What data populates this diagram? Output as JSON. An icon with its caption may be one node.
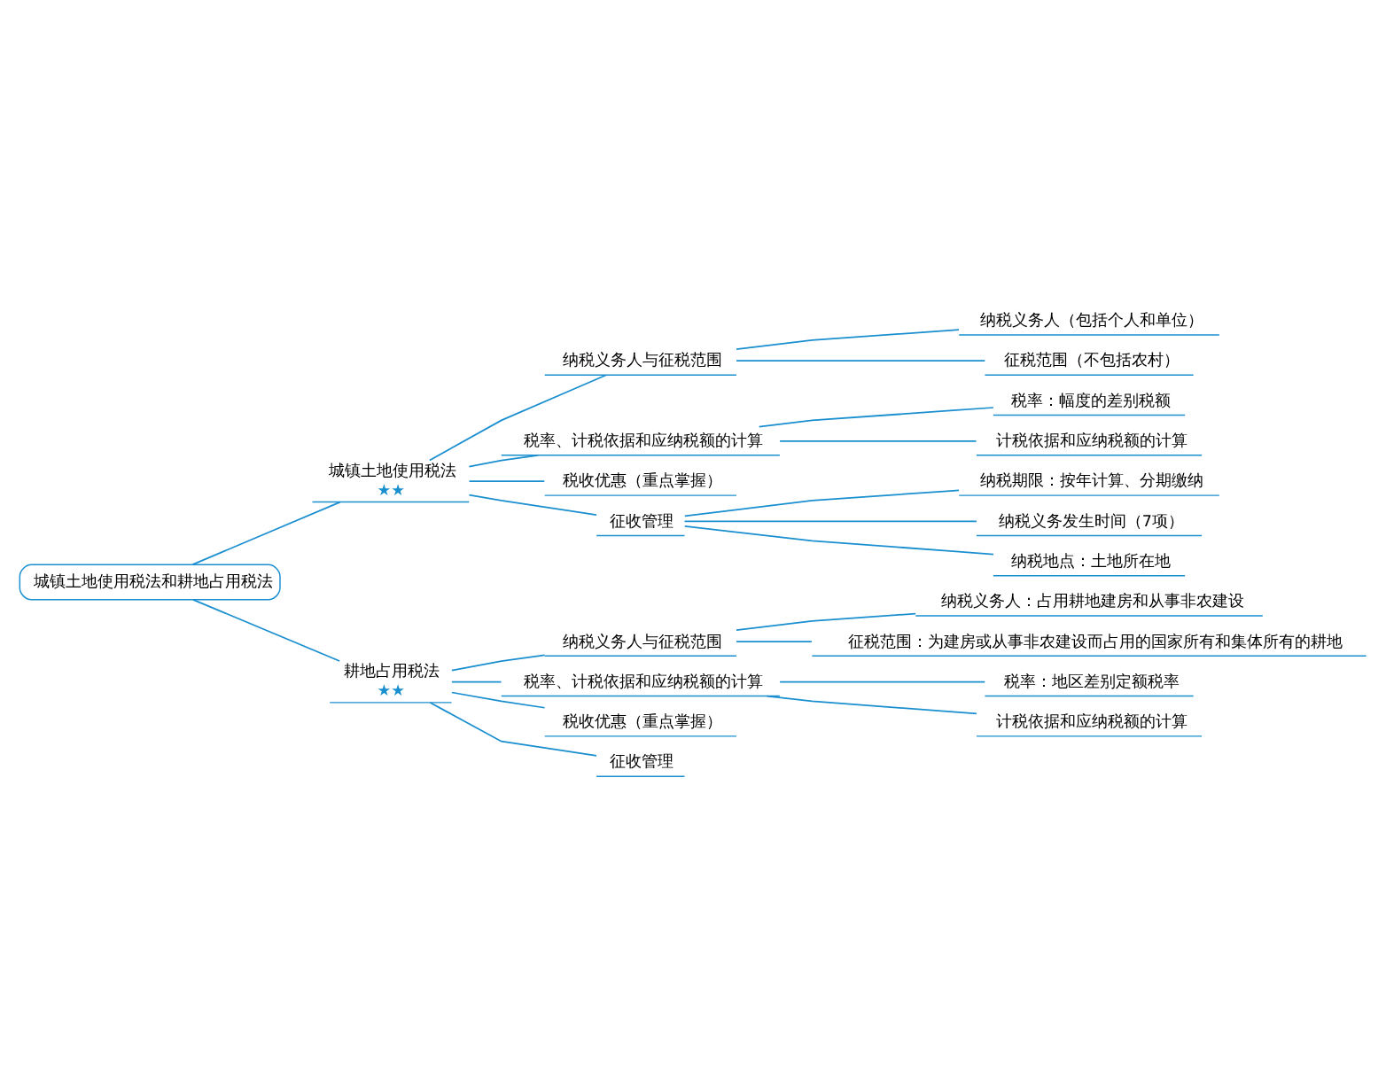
{
  "diagram": {
    "nodes": [
      {
        "text": [
          "城镇土地使用税法和耕地占用税法"
        ]
      },
      {
        "text": [
          "城镇土地使用税法",
          "★★"
        ]
      },
      {
        "text": [
          "纳税义务人与征税范围"
        ]
      },
      {
        "text": [
          "纳税义务人（包括个人和单位）"
        ]
      },
      {
        "text": [
          "征税范围（不包括农村）"
        ]
      },
      {
        "text": [
          "税率、计税依据和应纳税额的计算"
        ]
      },
      {
        "text": [
          "税率：幅度的差别税额"
        ]
      },
      {
        "text": [
          "计税依据和应纳税额的计算"
        ]
      },
      {
        "text": [
          "税收优惠（重点掌握）"
        ]
      },
      {
        "text": [
          "征收管理"
        ]
      },
      {
        "text": [
          "纳税期限：按年计算、分期缴纳"
        ]
      },
      {
        "text": [
          "纳税义务发生时间（7项）"
        ]
      },
      {
        "text": [
          "纳税地点：土地所在地"
        ]
      },
      {
        "text": [
          "耕地占用税法",
          "★★"
        ]
      },
      {
        "text": [
          "纳税义务人与征税范围"
        ]
      },
      {
        "text": [
          "纳税义务人：占用耕地建房和从事非农建设"
        ]
      },
      {
        "text": [
          "征税范围：为建房或从事非农建设而占用的国家所有和集体所有的耕地"
        ]
      },
      {
        "text": [
          "税率、计税依据和应纳税额的计算"
        ]
      },
      {
        "text": [
          "税率：地区差别定额税率"
        ]
      },
      {
        "text": [
          "计税依据和应纳税额的计算"
        ]
      },
      {
        "text": [
          "税收优惠（重点掌握）"
        ]
      },
      {
        "text": [
          "征收管理"
        ]
      }
    ],
    "edges": [
      {
        "from": 0,
        "to": 1,
        "arrow": "none"
      },
      {
        "from": 1,
        "to": 2,
        "arrow": "none"
      },
      {
        "from": 2,
        "to": 3,
        "arrow": "none"
      },
      {
        "from": 2,
        "to": 4,
        "arrow": "none"
      },
      {
        "from": 1,
        "to": 5,
        "arrow": "none"
      },
      {
        "from": 5,
        "to": 6,
        "arrow": "none"
      },
      {
        "from": 5,
        "to": 7,
        "arrow": "none"
      },
      {
        "from": 1,
        "to": 8,
        "arrow": "none"
      },
      {
        "from": 1,
        "to": 9,
        "arrow": "none"
      },
      {
        "from": 9,
        "to": 10,
        "arrow": "none"
      },
      {
        "from": 9,
        "to": 11,
        "arrow": "none"
      },
      {
        "from": 9,
        "to": 12,
        "arrow": "none"
      },
      {
        "from": 0,
        "to": 13,
        "arrow": "none"
      },
      {
        "from": 13,
        "to": 14,
        "arrow": "none"
      },
      {
        "from": 14,
        "to": 15,
        "arrow": "none"
      },
      {
        "from": 14,
        "to": 16,
        "arrow": "none"
      },
      {
        "from": 13,
        "to": 17,
        "arrow": "none"
      },
      {
        "from": 17,
        "to": 18,
        "arrow": "none"
      },
      {
        "from": 17,
        "to": 19,
        "arrow": "none"
      },
      {
        "from": 13,
        "to": 20,
        "arrow": "none"
      },
      {
        "from": 13,
        "to": 21,
        "arrow": "none"
      }
    ]
  }
}
